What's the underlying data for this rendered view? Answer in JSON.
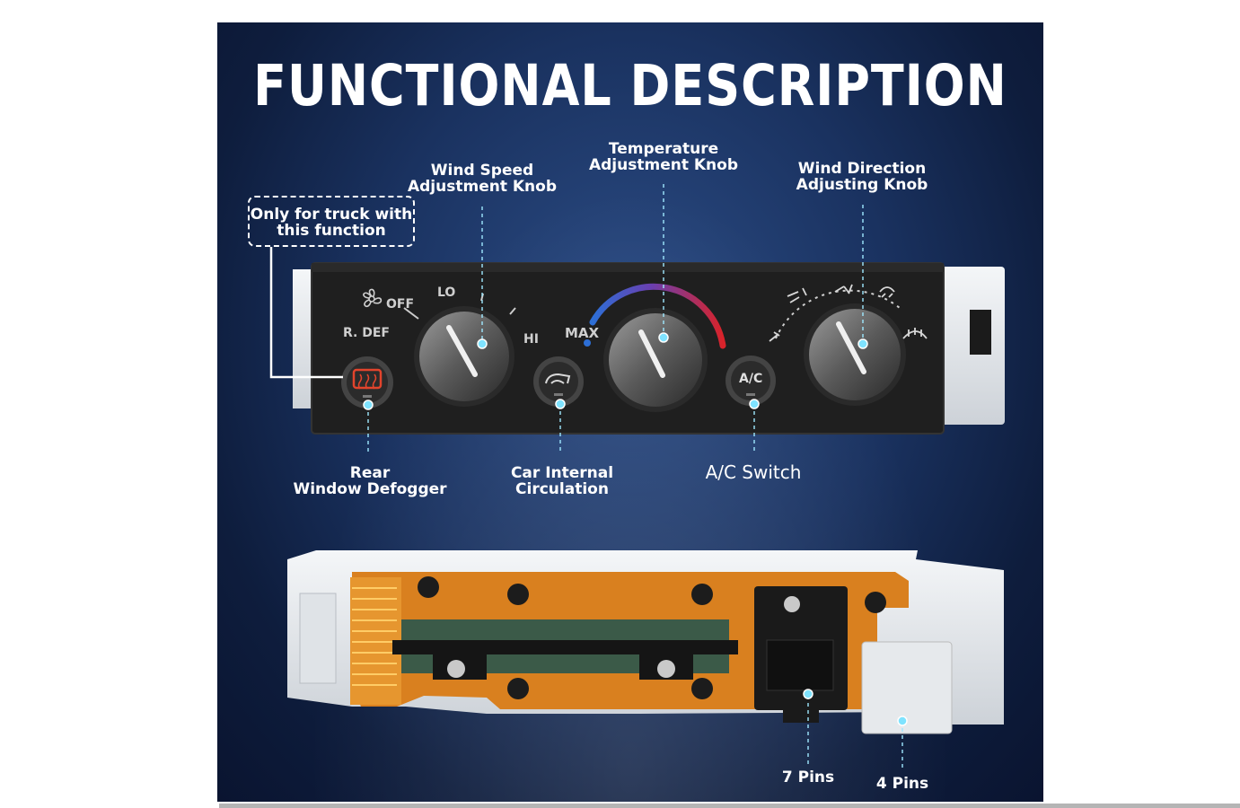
{
  "title": "FUNCTIONAL DESCRIPTION",
  "callouts": {
    "wind_speed": [
      "Wind Speed",
      "Adjustment Knob"
    ],
    "temperature": [
      "Temperature",
      "Adjustment Knob"
    ],
    "wind_direction": [
      "Wind Direction",
      "Adjusting Knob"
    ],
    "truck_note": [
      "Only for truck with",
      "this function"
    ],
    "rear_defogger": [
      "Rear",
      "Window Defogger"
    ],
    "circulation": [
      "Car Internal",
      "Circulation"
    ],
    "ac_switch": "A/C Switch",
    "pins_7": "7 Pins",
    "pins_4": "4 Pins"
  },
  "panel_marks": {
    "off": "OFF",
    "lo": "LO",
    "hi": "HI",
    "max": "MAX",
    "rdef": "R. DEF",
    "ac": "A/C"
  },
  "colors": {
    "background": "#1a3260",
    "panel": "#202020",
    "housing": "#eceff2",
    "circuit": "#d9801f",
    "hot": "#d8232a",
    "cold": "#2d6fd6",
    "callout_dot": "#7fe3ff"
  }
}
